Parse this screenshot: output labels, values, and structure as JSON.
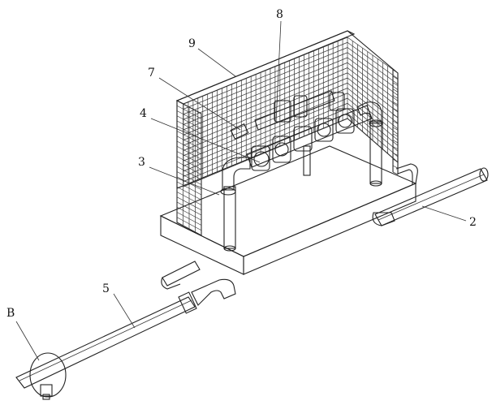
{
  "labels": {
    "l2": "2",
    "l3": "3",
    "l4": "4",
    "l5": "5",
    "l7": "7",
    "l8": "8",
    "l9": "9",
    "lB": "B"
  }
}
